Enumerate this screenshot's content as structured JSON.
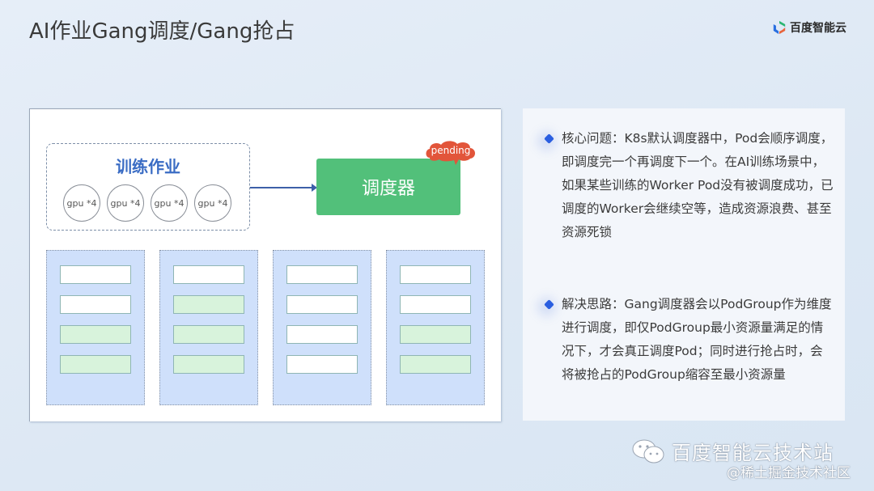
{
  "header": {
    "title": "AI作业Gang调度/Gang抢占",
    "brand": "百度智能云"
  },
  "diagram": {
    "job_title": "训练作业",
    "gpus": [
      "gpu *4",
      "gpu *4",
      "gpu *4",
      "gpu *4"
    ],
    "scheduler_label": "调度器",
    "pending_badge": "pending",
    "nodes": [
      {
        "slots": [
          "free",
          "free",
          "used",
          "used"
        ]
      },
      {
        "slots": [
          "free",
          "used",
          "used",
          "used"
        ]
      },
      {
        "slots": [
          "free",
          "free",
          "free",
          "free"
        ]
      },
      {
        "slots": [
          "free",
          "free",
          "used",
          "used"
        ]
      }
    ],
    "colors": {
      "scheduler": "#52c07a",
      "pending": "#e2553a",
      "node_bg": "#cfe0fb",
      "slot_used": "#d8f3dc",
      "job_title": "#3a6cc4"
    }
  },
  "bullets": [
    {
      "text": "核心问题：K8s默认调度器中，Pod会顺序调度，即调度完一个再调度下一个。在AI训练场景中，如果某些训练的Worker Pod没有被调度成功，已调度的Worker会继续空等，造成资源浪费、甚至资源死锁"
    },
    {
      "text": "解决思路：Gang调度器会以PodGroup作为维度进行调度，即仅PodGroup最小资源量满足的情况下，才会真正调度Pod；同时进行抢占时，会将被抢占的PodGroup缩容至最小资源量"
    }
  ],
  "watermark": {
    "main": "百度智能云技术站",
    "sub": "@稀土掘金技术社区"
  }
}
